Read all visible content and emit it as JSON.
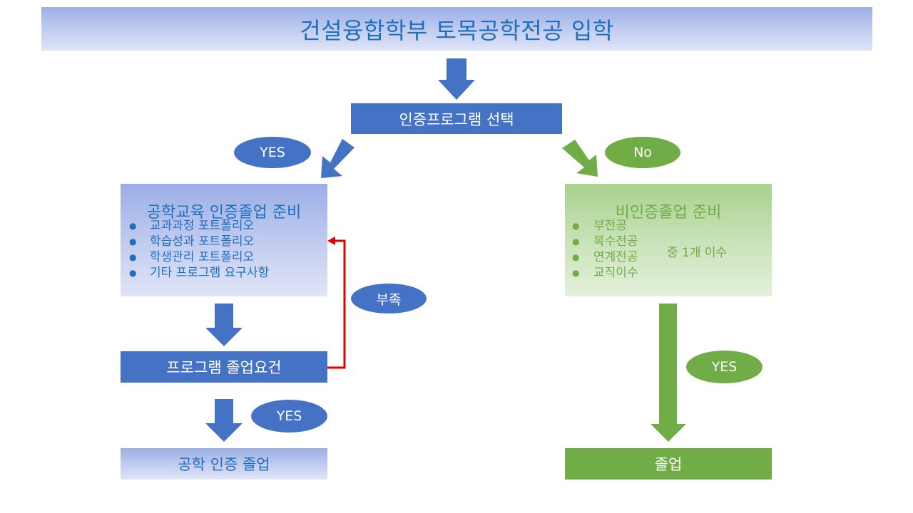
{
  "title": "건설융합학부 토목공학전공 입학",
  "select_program": "인증프로그램 선택",
  "labels": {
    "yes_left": "YES",
    "no_right": "No",
    "insufficient": "부족",
    "yes_req": "YES",
    "yes_right": "YES"
  },
  "engineering_prep": {
    "heading": "공학교육 인증졸업 준비",
    "items": [
      "교과과정 포트폴리오",
      "학습성과 포트폴리오",
      "학생관리 포트폴리오",
      "기타 프로그램 요구사항"
    ]
  },
  "non_cert_prep": {
    "heading": "비인증졸업 준비",
    "items": [
      "부전공",
      "복수전공",
      "연계전공",
      "교직이수"
    ],
    "note": "중 1개 이수"
  },
  "program_requirements": "프로그램 졸업요건",
  "engineering_graduation": "공학 인증 졸업",
  "graduation": "졸업",
  "colors": {
    "blue": "#4472c4",
    "green": "#70ad47",
    "title_text": "#1f6fc0",
    "feedback_line": "#e00000"
  }
}
